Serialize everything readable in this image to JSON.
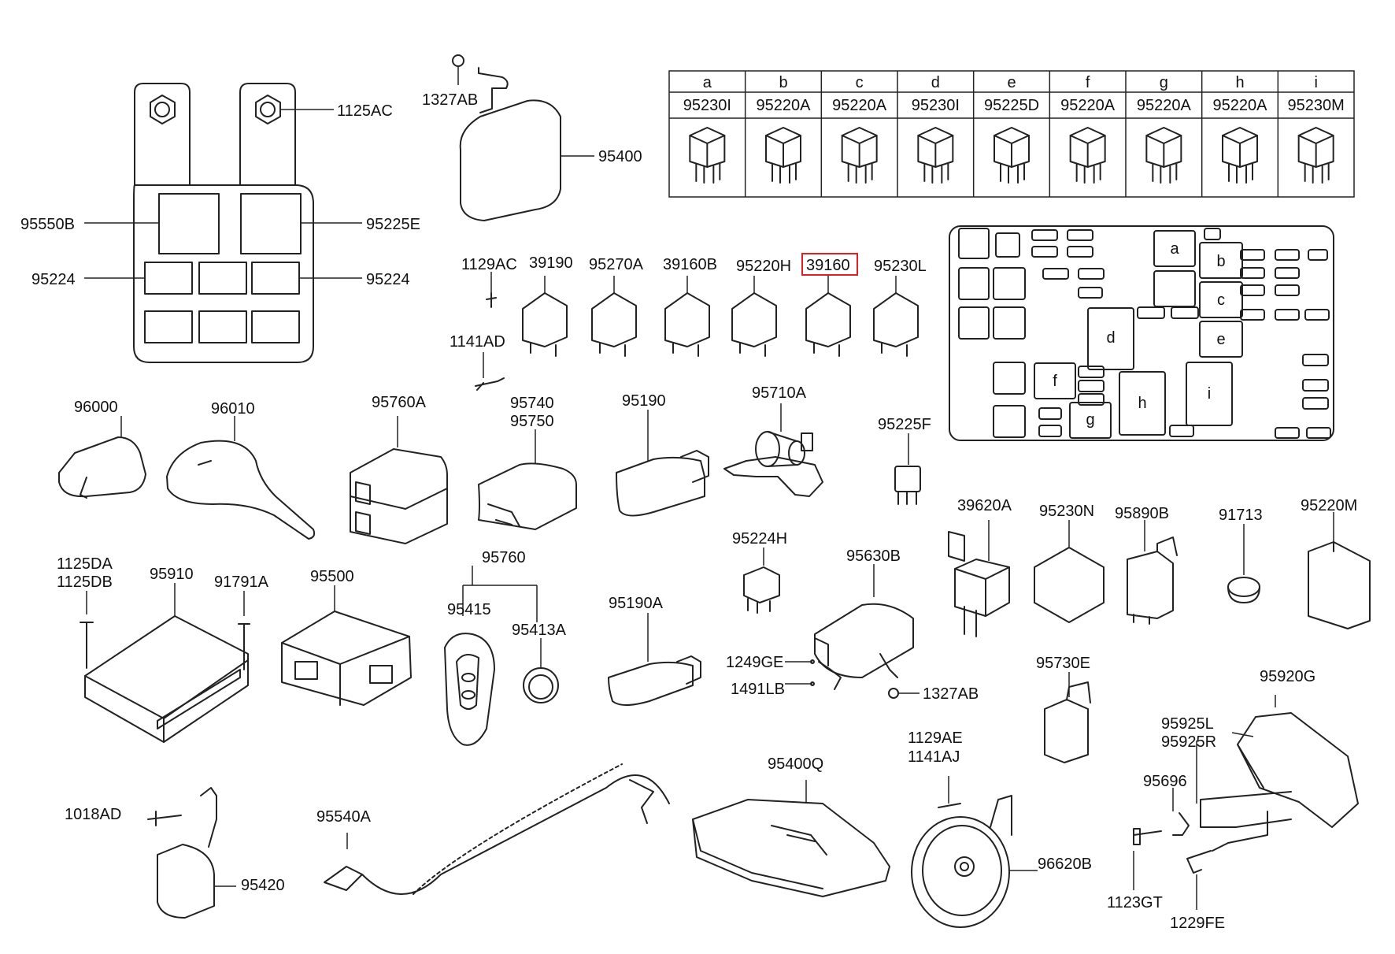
{
  "relay_table": {
    "columns": [
      {
        "letter": "a",
        "part": "95230I"
      },
      {
        "letter": "b",
        "part": "95220A"
      },
      {
        "letter": "c",
        "part": "95220A"
      },
      {
        "letter": "d",
        "part": "95230I"
      },
      {
        "letter": "e",
        "part": "95225D"
      },
      {
        "letter": "f",
        "part": "95220A"
      },
      {
        "letter": "g",
        "part": "95220A"
      },
      {
        "letter": "h",
        "part": "95220A"
      },
      {
        "letter": "i",
        "part": "95230M"
      }
    ]
  },
  "fuse_box_letters": [
    "a",
    "b",
    "c",
    "d",
    "e",
    "f",
    "g",
    "h",
    "i"
  ],
  "highlighted_part": "39160",
  "labels": {
    "p1125AC": "1125AC",
    "p95550B": "95550B",
    "p95225E": "95225E",
    "p95224L": "95224",
    "p95224R": "95224",
    "p1327AB_top": "1327AB",
    "p95400": "95400",
    "p1129AC": "1129AC",
    "p39190": "39190",
    "p95270A": "95270A",
    "p39160B": "39160B",
    "p95220H": "95220H",
    "p39160": "39160",
    "p95230L": "95230L",
    "p1141AD": "1141AD",
    "p96000": "96000",
    "p96010": "96010",
    "p95760A": "95760A",
    "p95740": "95740",
    "p95750": "95750",
    "p95190": "95190",
    "p95710A": "95710A",
    "p95225F": "95225F",
    "p39620A": "39620A",
    "p95230N": "95230N",
    "p95890B": "95890B",
    "p91713": "91713",
    "p95220M": "95220M",
    "p1125DA": "1125DA",
    "p1125DB": "1125DB",
    "p95910": "95910",
    "p91791A": "91791A",
    "p95500": "95500",
    "p95760": "95760",
    "p95415": "95415",
    "p95413A": "95413A",
    "p95190A": "95190A",
    "p95224H": "95224H",
    "p95630B": "95630B",
    "p1249GE": "1249GE",
    "p1491LB": "1491LB",
    "p1327AB_mid": "1327AB",
    "p95730E": "95730E",
    "p95920G": "95920G",
    "p95925L": "95925L",
    "p95925R": "95925R",
    "p95696": "95696",
    "p1123GT": "1123GT",
    "p1229FE": "1229FE",
    "p1129AE": "1129AE",
    "p1141AJ": "1141AJ",
    "p96620B": "96620B",
    "p95400Q": "95400Q",
    "p1018AD": "1018AD",
    "p95540A": "95540A",
    "p95420": "95420"
  }
}
